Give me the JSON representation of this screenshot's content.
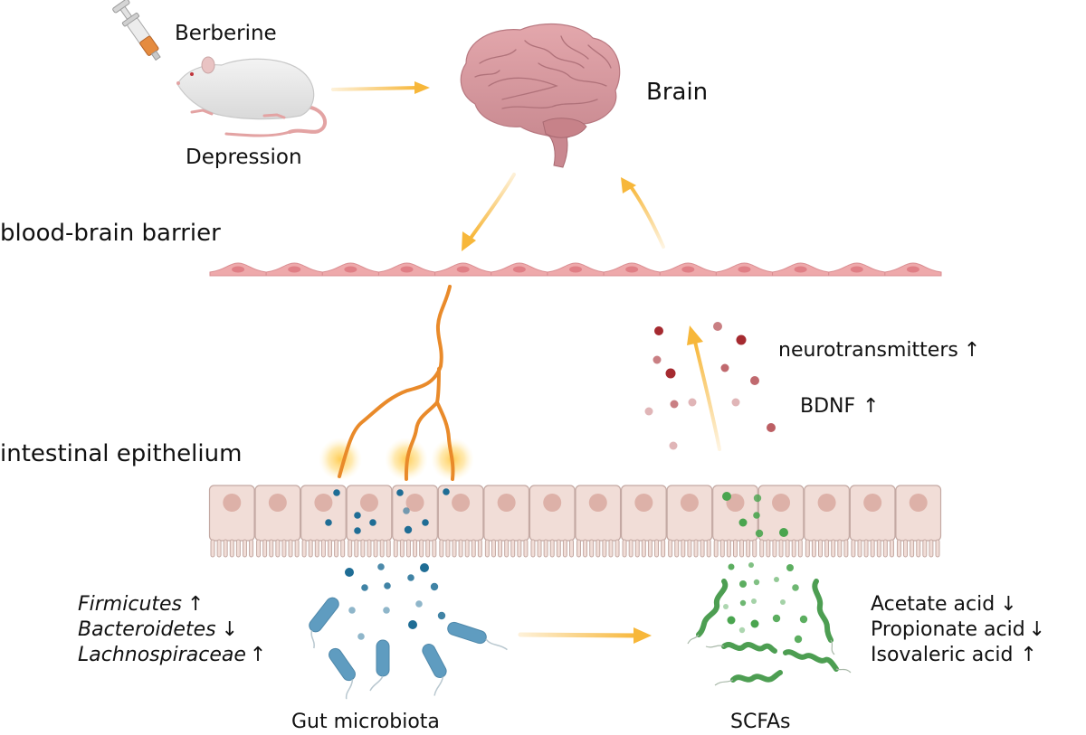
{
  "labels": {
    "drug": "Berberine",
    "model": "Depression",
    "brain": "Brain",
    "bbb": "blood-brain barrier",
    "epithelium": "intestinal epithelium",
    "neurotransmitters": "neurotransmitters",
    "bdnf": "BDNF",
    "gut_microbiota": "Gut microbiota",
    "scfas": "SCFAs"
  },
  "brain_effects": [
    {
      "name": "neurotransmitters",
      "direction": "↑"
    },
    {
      "name": "BDNF",
      "direction": "↑"
    }
  ],
  "microbiota_changes": [
    {
      "taxon": "Firmicutes",
      "direction": "↑"
    },
    {
      "taxon": "Bacteroidetes",
      "direction": "↓"
    },
    {
      "taxon": "Lachnospiraceae",
      "direction": "↑"
    }
  ],
  "scfa_changes": [
    {
      "acid": "Acetate acid",
      "direction": "↓"
    },
    {
      "acid": "Propionate acid",
      "direction": "↓"
    },
    {
      "acid": "Isovaleric acid",
      "direction": "↑"
    }
  ],
  "colors": {
    "arrow": "#f7b73a",
    "nerve": "#e98a2a",
    "bbb_cell": "#eea9ab",
    "bbb_nucleus": "#e07f86",
    "epi_cell": "#f1ddd7",
    "epi_border": "#c4a9a3",
    "epi_nucleus": "#ddb1a8",
    "microbe_blue": "#5f9cc0",
    "molecule_blue": "#1f6d95",
    "microbe_green": "#4d9e52",
    "molecule_green": "#4aa54f",
    "neuro_red": "#a52a30",
    "brain": "#d99aa0"
  },
  "bbb_cell_count": 13,
  "epithelium_cell_count": 16
}
